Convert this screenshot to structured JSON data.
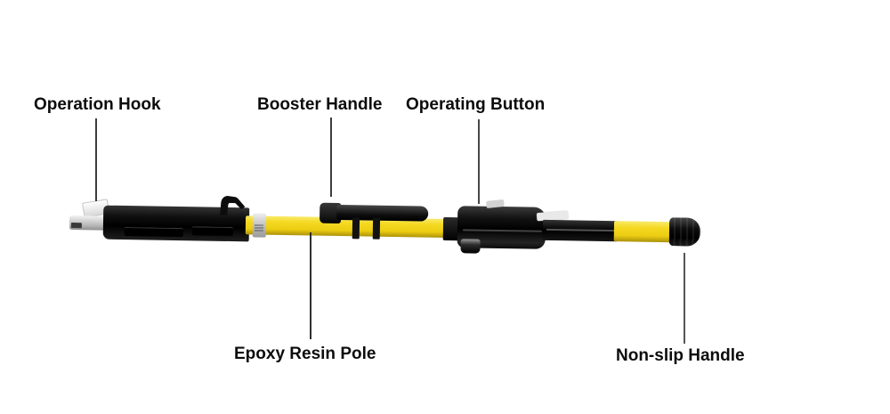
{
  "diagram": {
    "subject": "insulated operating rod product diagram",
    "background": "#ffffff"
  },
  "labels": [
    {
      "id": "operation-hook",
      "text": "Operation Hook"
    },
    {
      "id": "booster-handle",
      "text": "Booster Handle"
    },
    {
      "id": "operating-button",
      "text": "Operating Button"
    },
    {
      "id": "epoxy-resin-pole",
      "text": "Epoxy Resin Pole"
    },
    {
      "id": "non-slip-handle",
      "text": "Non-slip Handle"
    }
  ],
  "colors": {
    "pole_yellow": "#F2D321",
    "component_black": "#111111",
    "metal_silver": "#C9C9C9",
    "label_text": "#0C0C0C",
    "leader_line": "#3C3C3C"
  }
}
